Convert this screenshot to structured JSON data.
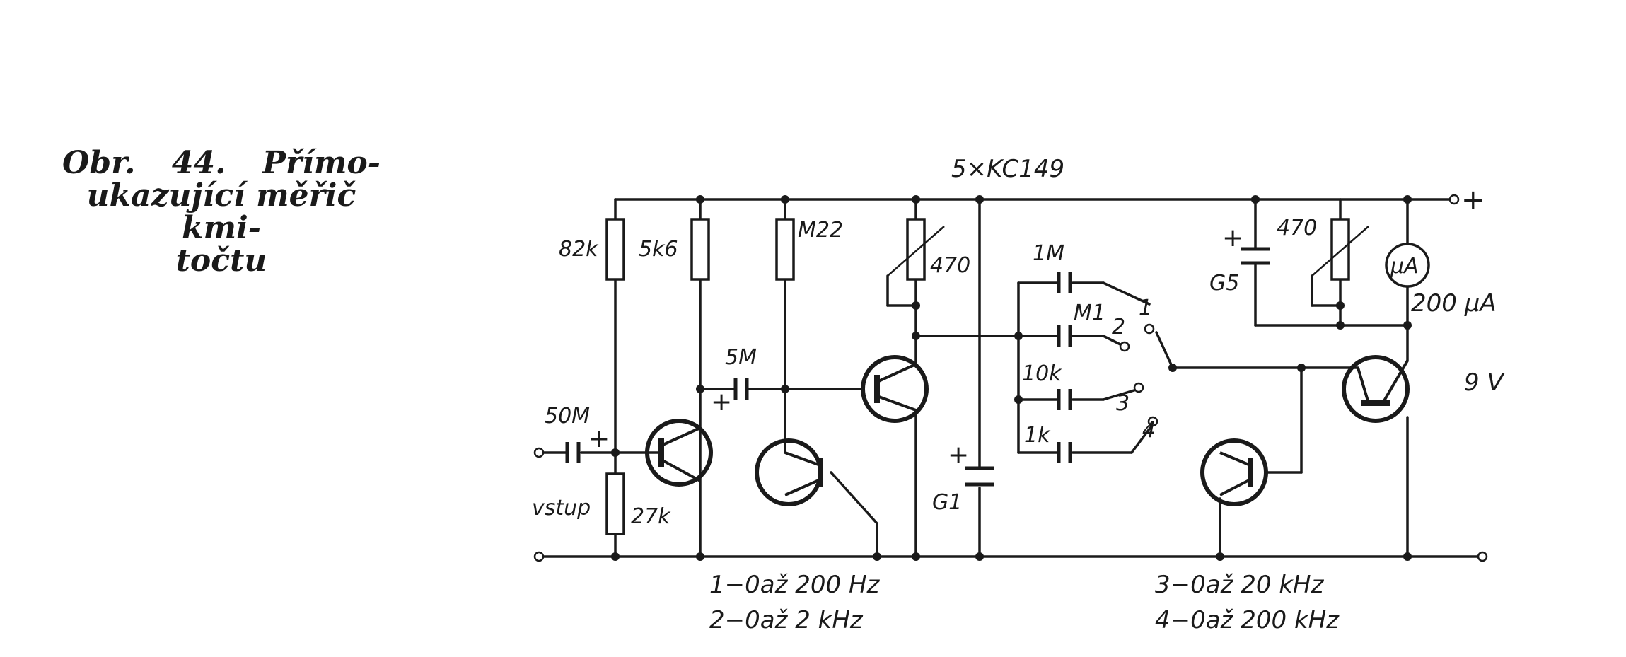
{
  "caption": {
    "line1_a": "Obr.",
    "line1_b": "44.",
    "line1_c": "Přímo-",
    "line2": "ukazující měřič kmi-",
    "line3": "točtu"
  },
  "labels": {
    "transistors": "5×KC149",
    "plus": "+",
    "r82k": "82k",
    "r5k6": "5k6",
    "rM22": "M22",
    "r470a": "470",
    "c5M": "5M",
    "c50M": "50M",
    "r27k": "27k",
    "vstup": "vstup",
    "g1": "G1",
    "c1M": "1M",
    "cM1": "M1",
    "c10k": "10k",
    "c1k": "1k",
    "sw1": "1",
    "sw2": "2",
    "sw3": "3",
    "sw4": "4",
    "g5": "G5",
    "r470b": "470",
    "meter": "μA",
    "meter_range": "200 μA",
    "voltage": "9 V",
    "range1": "1−0až 200 Hz",
    "range2": "2−0až 2 kHz",
    "range3": "3−0až 20 kHz",
    "range4": "4−0až 200 kHz"
  }
}
